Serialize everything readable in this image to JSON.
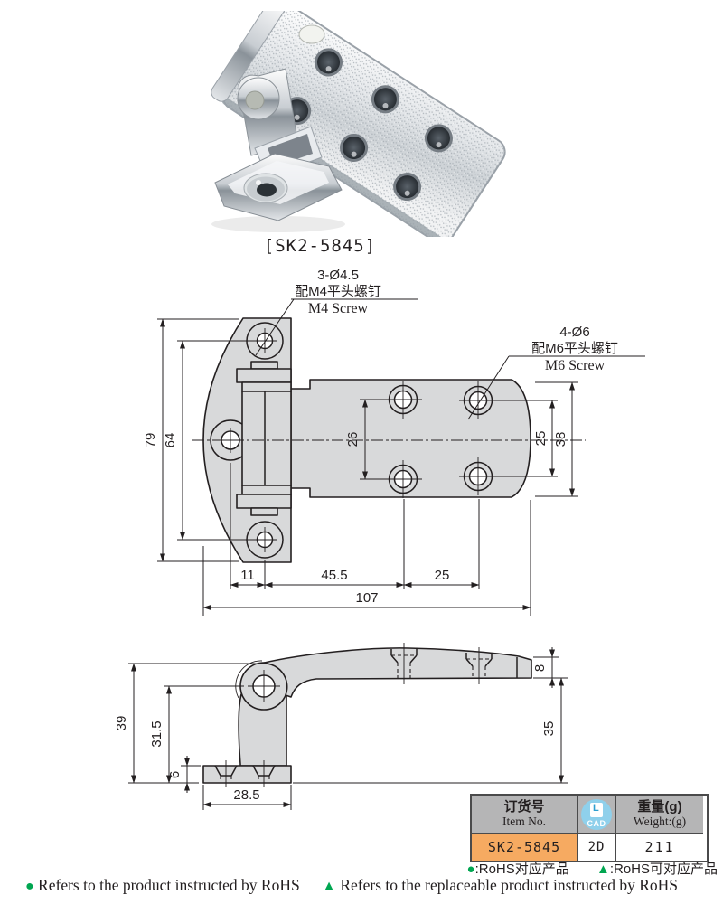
{
  "product": {
    "caption": "[SK2-5845]"
  },
  "top_view": {
    "callout_m4": {
      "qty_dia": "3-Ø4.5",
      "cn": "配M4平头螺钉",
      "en": "M4 Screw"
    },
    "callout_m6": {
      "qty_dia": "4-Ø6",
      "cn": "配M6平头螺钉",
      "en": "M6 Screw"
    },
    "dim_79": "79",
    "dim_64": "64",
    "dim_26": "26",
    "dim_25_right": "25",
    "dim_38": "38",
    "dim_11": "11",
    "dim_45_5": "45.5",
    "dim_25_bottom": "25",
    "dim_107": "107"
  },
  "side_view": {
    "dim_39": "39",
    "dim_31_5": "31.5",
    "dim_6": "6",
    "dim_28_5": "28.5",
    "dim_8": "8",
    "dim_35": "35"
  },
  "spec_table": {
    "col1_header_cn": "订货号",
    "col1_header_en": "Item No.",
    "cad_icon_letter": "L",
    "cad_icon_label": "CAD",
    "col3_header_cn": "重量(g)",
    "col3_header_en": "Weight:(g)",
    "item_no": "SK2-5845",
    "cad_type": "2D",
    "weight": "211"
  },
  "legend": {
    "dot": "●",
    "triangle": "▲",
    "cn_dot_text": ":RoHS对应产品",
    "cn_tri_text": ":RoHS可对应产品",
    "en_dot_text": "Refers to the product instructed by RoHS",
    "en_tri_text": "Refers to the replaceable product instructed by RoHS"
  },
  "colors": {
    "accent_orange": "#F6AA61",
    "header_gray": "#B5B5B6",
    "rohs_green": "#00A651",
    "cad_blue": "#8FD0EB",
    "line_dark": "#231F20"
  }
}
